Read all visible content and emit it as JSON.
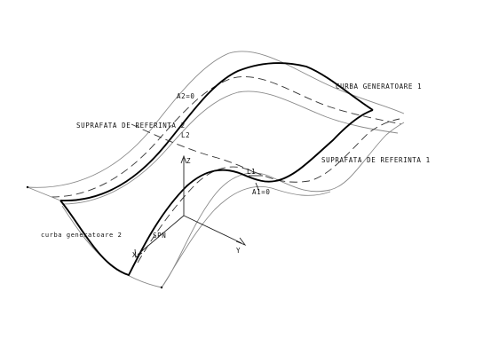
{
  "diagram": {
    "labels": {
      "curba_generatoare_1": "CURBA GENERATOARE 1",
      "suprafata_referinta_2": "SUPRAFATA DE REFERINTA 2",
      "suprafata_referinta_1": "SUPRAFATA DE REFERINTA 1",
      "curba_generatoare_2": "curba generatoare 2",
      "a2": "A2=0",
      "a1": "A1=0",
      "l2": "L2",
      "l1": "L1",
      "spn": "SPN",
      "axis_z": "Z",
      "axis_y": "Y",
      "axis_x": "X"
    },
    "colors": {
      "thin_line": "#8a8a8a",
      "dashed_line": "#333333",
      "thick_curve": "#000000",
      "text": "#111111"
    }
  }
}
